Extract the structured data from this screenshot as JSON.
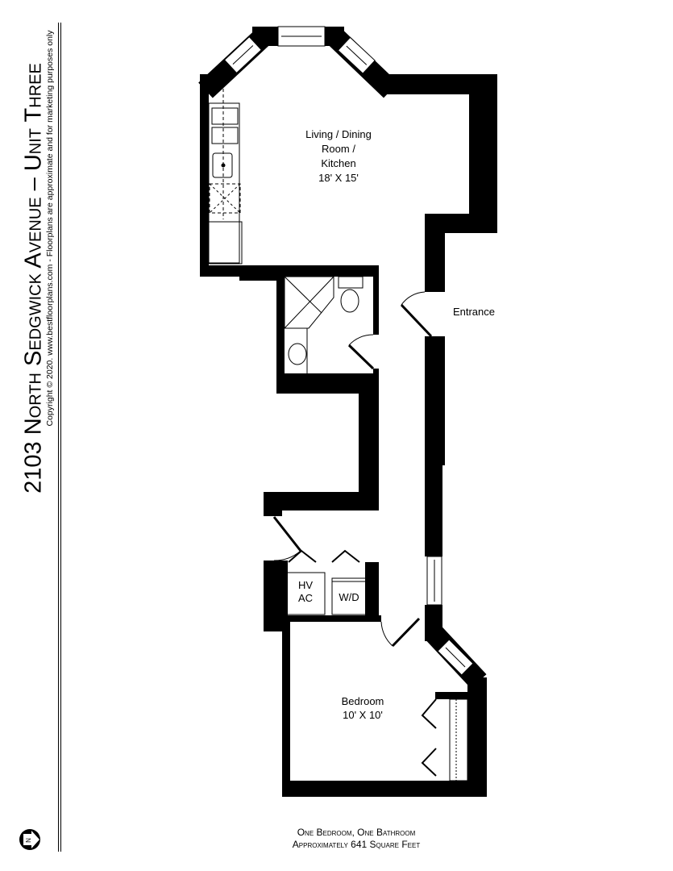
{
  "title": "2103 North Sedgwick Avenue – Unit Three",
  "copyright": "Copyright © 2020. www.bestfloorplans.com - Floorplans are approximate and for marketing purposes only",
  "rooms": {
    "living": {
      "line1": "Living / Dining",
      "line2": "Room /",
      "line3": "Kitchen",
      "size": "18' X 15'"
    },
    "entrance": "Entrance",
    "hvac": {
      "line1": "HV",
      "line2": "AC"
    },
    "wd": "W/D",
    "bedroom": {
      "name": "Bedroom",
      "size": "10' X 10'"
    }
  },
  "footer": {
    "line1": "One Bedroom, One Bathroom",
    "line2": "Approximately 641 Square Feet"
  },
  "compass": {
    "icon": "north-arrow-icon",
    "letter": "N"
  },
  "colors": {
    "walls": "#000000",
    "background": "#ffffff"
  }
}
